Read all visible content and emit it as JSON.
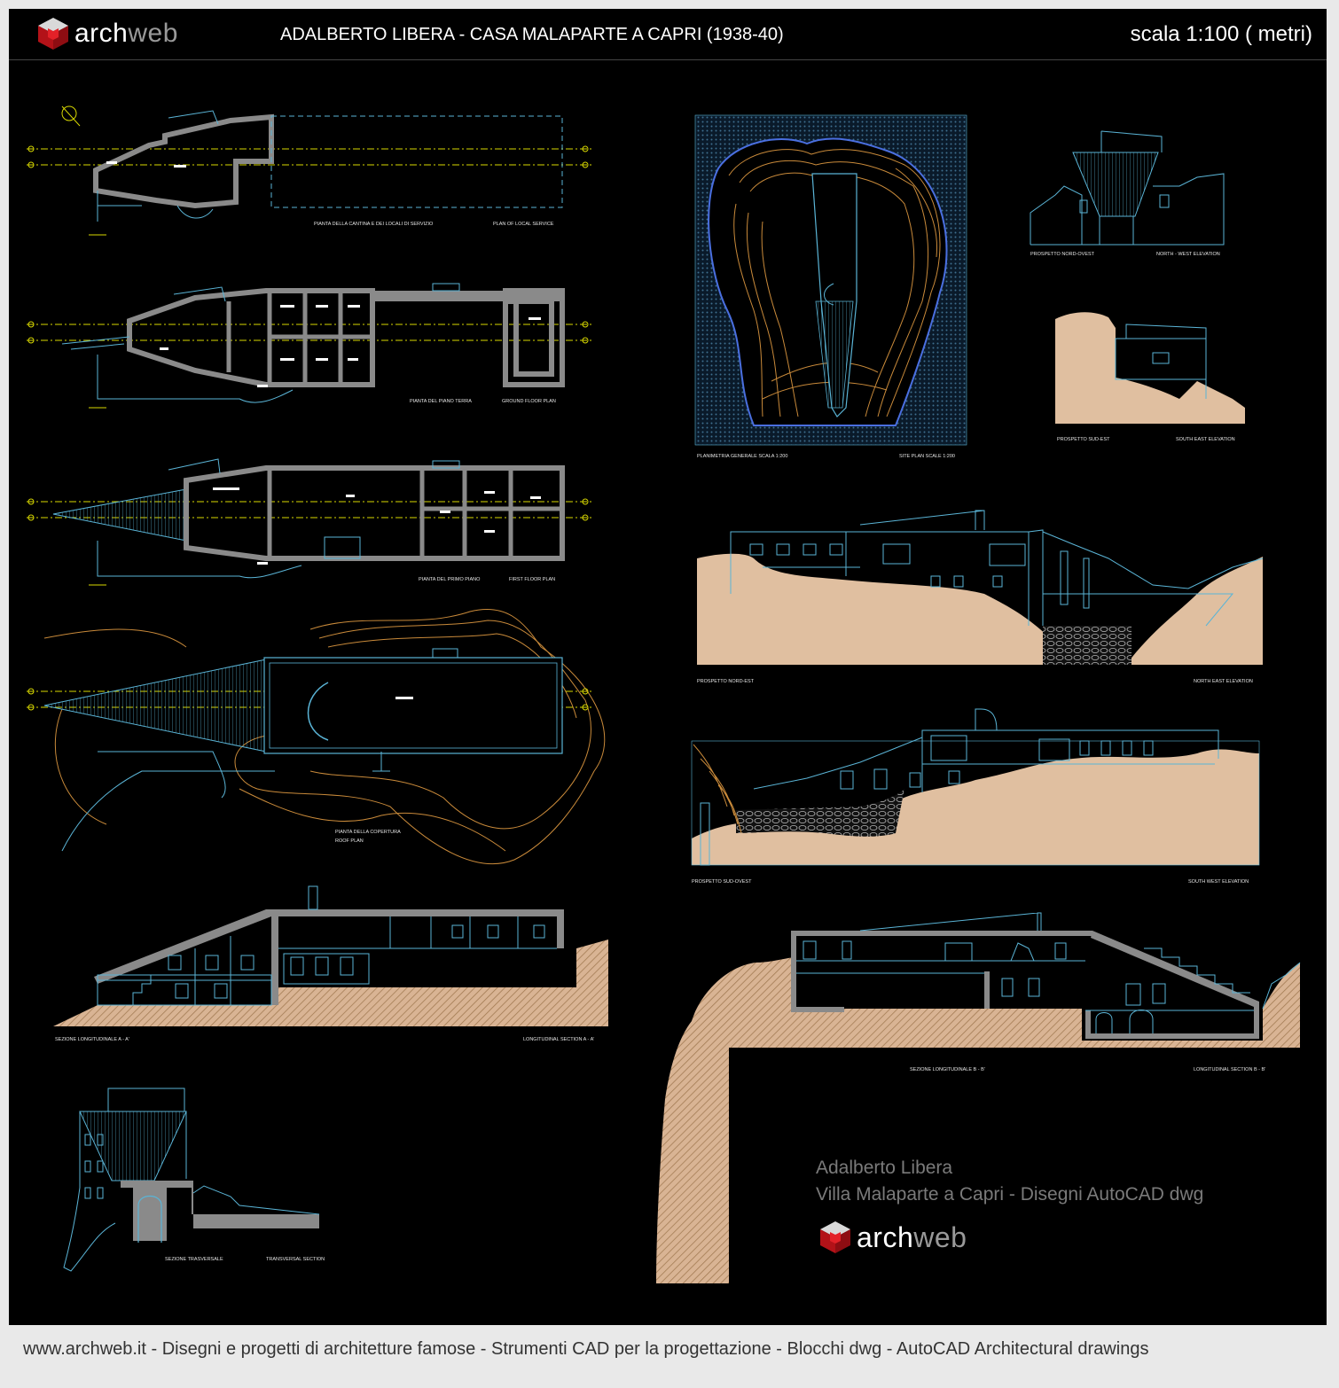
{
  "header": {
    "logo_main": "arch",
    "logo_accent": "web",
    "title": "ADALBERTO LIBERA - CASA  MALAPARTE A CAPRI (1938-40)",
    "scale": "scala 1:100 ( metri)"
  },
  "drawing_labels": {
    "cantina_it": "PIANTA DELLA CANTINA E DEI LOCALI DI SERVIZIO",
    "cantina_en": "PLAN OF LOCAL SERVICE",
    "ground_it": "PIANTA DEL PIANO TERRA",
    "ground_en": "GROUND FLOOR PLAN",
    "first_it": "PIANTA DEL PRIMO PIANO",
    "first_en": "FIRST FLOOR PLAN",
    "roof_it": "PIANTA DELLA COPERTURA",
    "roof_en": "ROOF PLAN",
    "section_a_it": "SEZIONE LONGITUDINALE  A - A'",
    "section_a_en": "LONGITUDINAL SECTION  A - A'",
    "transversal_it": "SEZIONE TRASVERSALE",
    "transversal_en": "TRANSVERSAL  SECTION",
    "site_it": "PLANIMETRIA GENERALE   SCALA 1:200",
    "site_en": "SITE PLAN  SCALE 1:200",
    "nw_it": "PROSPETTO NORD-OVEST",
    "nw_en": "NORTH - WEST ELEVATION",
    "se_it": "PROSPETTO SUD-EST",
    "se_en": "SOUTH EAST ELEVATION",
    "ne_it": "PROSPETTO NORD-EST",
    "ne_en": "NORTH EAST ELEVATION",
    "sw_it": "PROSPETTO SUD-OVEST",
    "sw_en": "SOUTH WEST ELEVATION",
    "section_b_it": "SEZIONE LONGITUDINALE  B - B'",
    "section_b_en": "LONGITUDINAL SECTION  B - B'"
  },
  "credit": {
    "line1": "Adalberto Libera",
    "line2": "Villa Malaparte a Capri - Disegni AutoCAD dwg",
    "logo_main": "arch",
    "logo_accent": "web"
  },
  "footer": {
    "text": "www.archweb.it -   Disegni e progetti di architetture famose  -  Strumenti CAD  per la progettazione  -  Blocchi dwg - AutoCAD Architectural drawings"
  },
  "colors": {
    "background": "#000000",
    "wall": "#8a8a8a",
    "line": "#5ab4d6",
    "rock": "#e0bfa0",
    "contour": "#c98a3a",
    "axis": "#d8d800",
    "logo_red": "#c8161d"
  }
}
